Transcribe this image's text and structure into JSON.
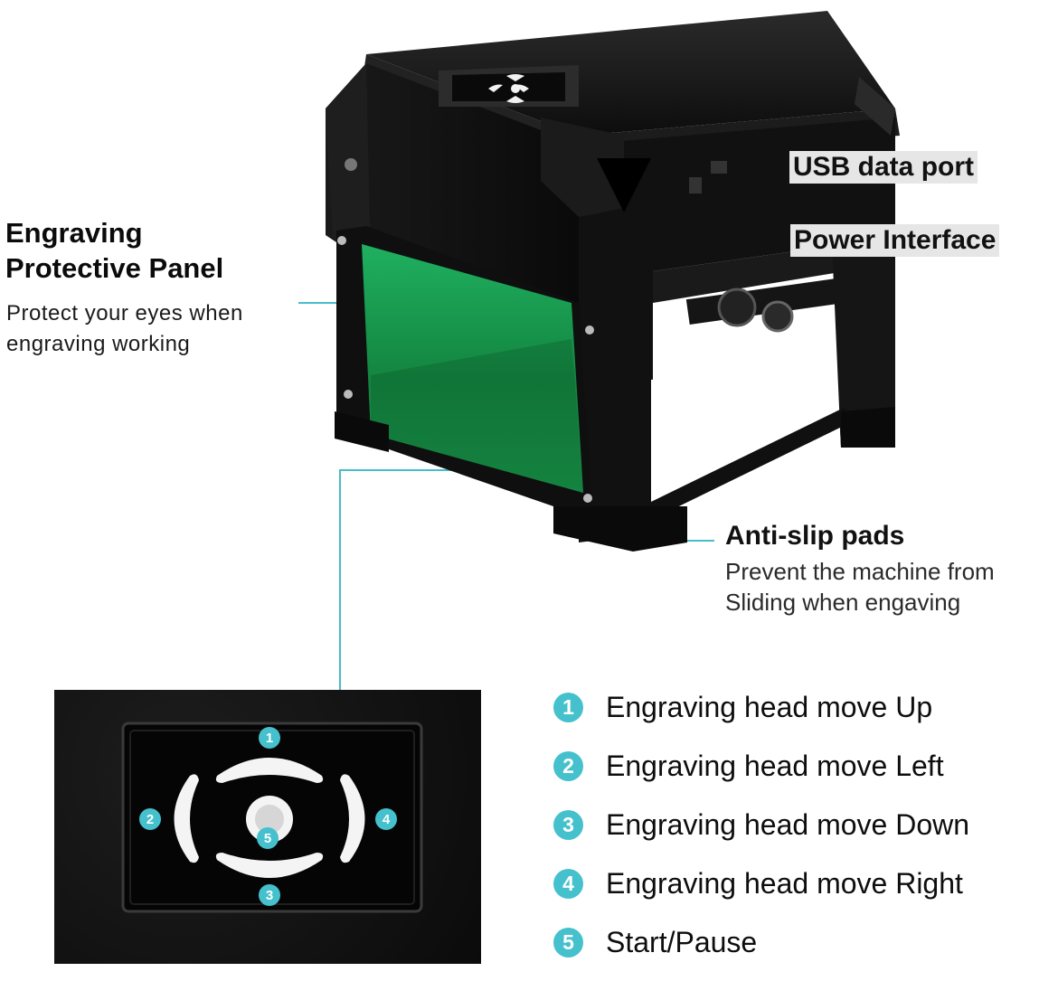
{
  "protective_panel": {
    "title_line1": "Engraving",
    "title_line2": "Protective Panel",
    "desc_line1": "Protect your eyes when",
    "desc_line2": "engraving working"
  },
  "ports": {
    "usb": "USB data port",
    "power": "Power Interface"
  },
  "anti_slip": {
    "title": "Anti-slip pads",
    "desc_line1": "Prevent the machine from",
    "desc_line2": "Sliding when engaving"
  },
  "keypad_badges": [
    "1",
    "2",
    "3",
    "4",
    "5"
  ],
  "legend": [
    {
      "num": "1",
      "text": "Engraving head move Up"
    },
    {
      "num": "2",
      "text": "Engraving head move Left"
    },
    {
      "num": "3",
      "text": "Engraving head move Down"
    },
    {
      "num": "4",
      "text": "Engraving head move Right"
    },
    {
      "num": "5",
      "text": "Start/Pause"
    }
  ],
  "colors": {
    "accent": "#45c0cd",
    "panel_green": "#1faa55",
    "machine_body": "#141414"
  }
}
